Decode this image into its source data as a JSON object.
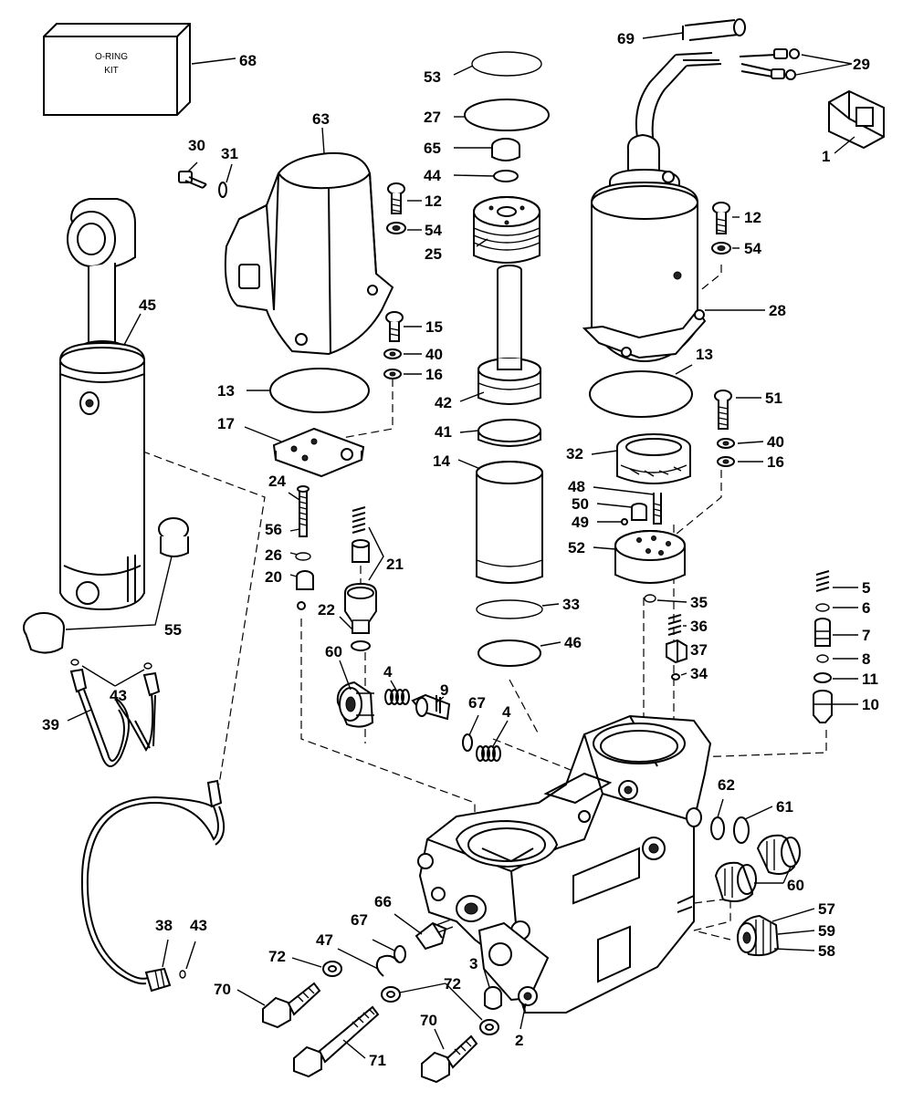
{
  "kit_box": {
    "line1": "O-RING",
    "line2": "KIT"
  },
  "callouts": [
    "68",
    "69",
    "29",
    "1",
    "53",
    "27",
    "65",
    "44",
    "63",
    "30",
    "31",
    "12",
    "54",
    "25",
    "12",
    "54",
    "45",
    "28",
    "15",
    "40",
    "16",
    "13",
    "42",
    "13",
    "51",
    "17",
    "41",
    "32",
    "40",
    "16",
    "14",
    "48",
    "24",
    "21",
    "50",
    "49",
    "56",
    "52",
    "26",
    "20",
    "5",
    "6",
    "7",
    "8",
    "11",
    "10",
    "33",
    "35",
    "36",
    "37",
    "34",
    "46",
    "22",
    "60",
    "4",
    "9",
    "67",
    "4",
    "43",
    "39",
    "62",
    "61",
    "60",
    "57",
    "59",
    "58",
    "55",
    "38",
    "43",
    "66",
    "72",
    "67",
    "47",
    "70",
    "3",
    "72",
    "70",
    "71",
    "2"
  ]
}
